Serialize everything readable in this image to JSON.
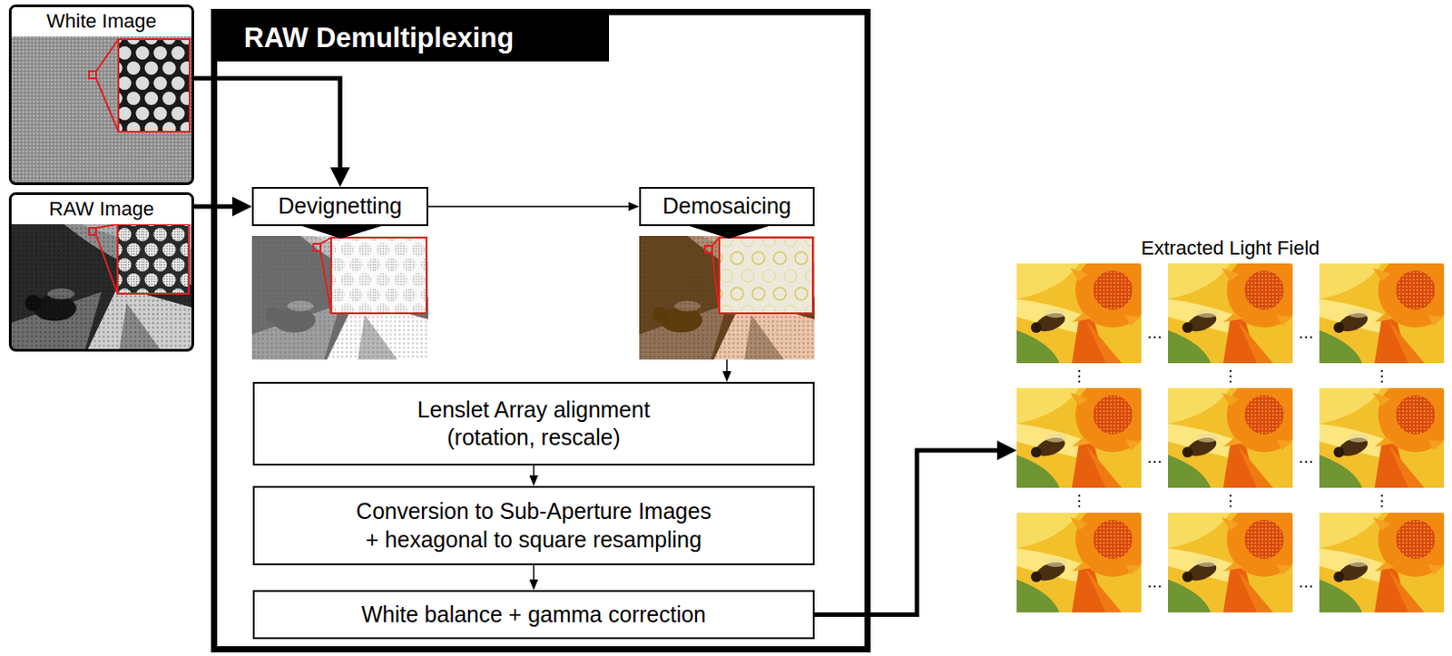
{
  "diagram": {
    "nodes": [
      {
        "text": [
          "White Image"
        ]
      },
      {
        "text": [
          "RAW Image"
        ]
      },
      {
        "text": [
          "RAW Demultiplexing"
        ]
      },
      {
        "text": [
          "Devignetting"
        ],
        "in": 2
      },
      {
        "text": [
          "Demosaicing"
        ],
        "in": 2
      },
      {
        "text": [
          "Lenslet Array alignment (rotation, rescale)"
        ],
        "in": 2
      },
      {
        "text": [
          "Conversion to Sub-Aperture Images + hexagonal to square resampling"
        ],
        "in": 2
      },
      {
        "text": [
          "White balance + gamma correction"
        ],
        "in": 2
      },
      {
        "text": [
          "Extracted Light Field"
        ]
      }
    ],
    "edges": [
      {
        "from": 0,
        "to": 3,
        "arrow": "to"
      },
      {
        "from": 1,
        "to": 3,
        "arrow": "to"
      },
      {
        "from": 3,
        "to": 4,
        "arrow": "to"
      },
      {
        "from": 4,
        "to": 5,
        "arrow": "to"
      },
      {
        "from": 5,
        "to": 6,
        "arrow": "to"
      },
      {
        "from": 6,
        "to": 7,
        "arrow": "to"
      },
      {
        "from": 7,
        "to": 8,
        "arrow": "to"
      }
    ],
    "labels": [
      "…",
      "…",
      "⋮",
      "⋮",
      "⋮",
      "…",
      "…",
      "⋮",
      "⋮",
      "⋮",
      "…",
      "…"
    ]
  }
}
